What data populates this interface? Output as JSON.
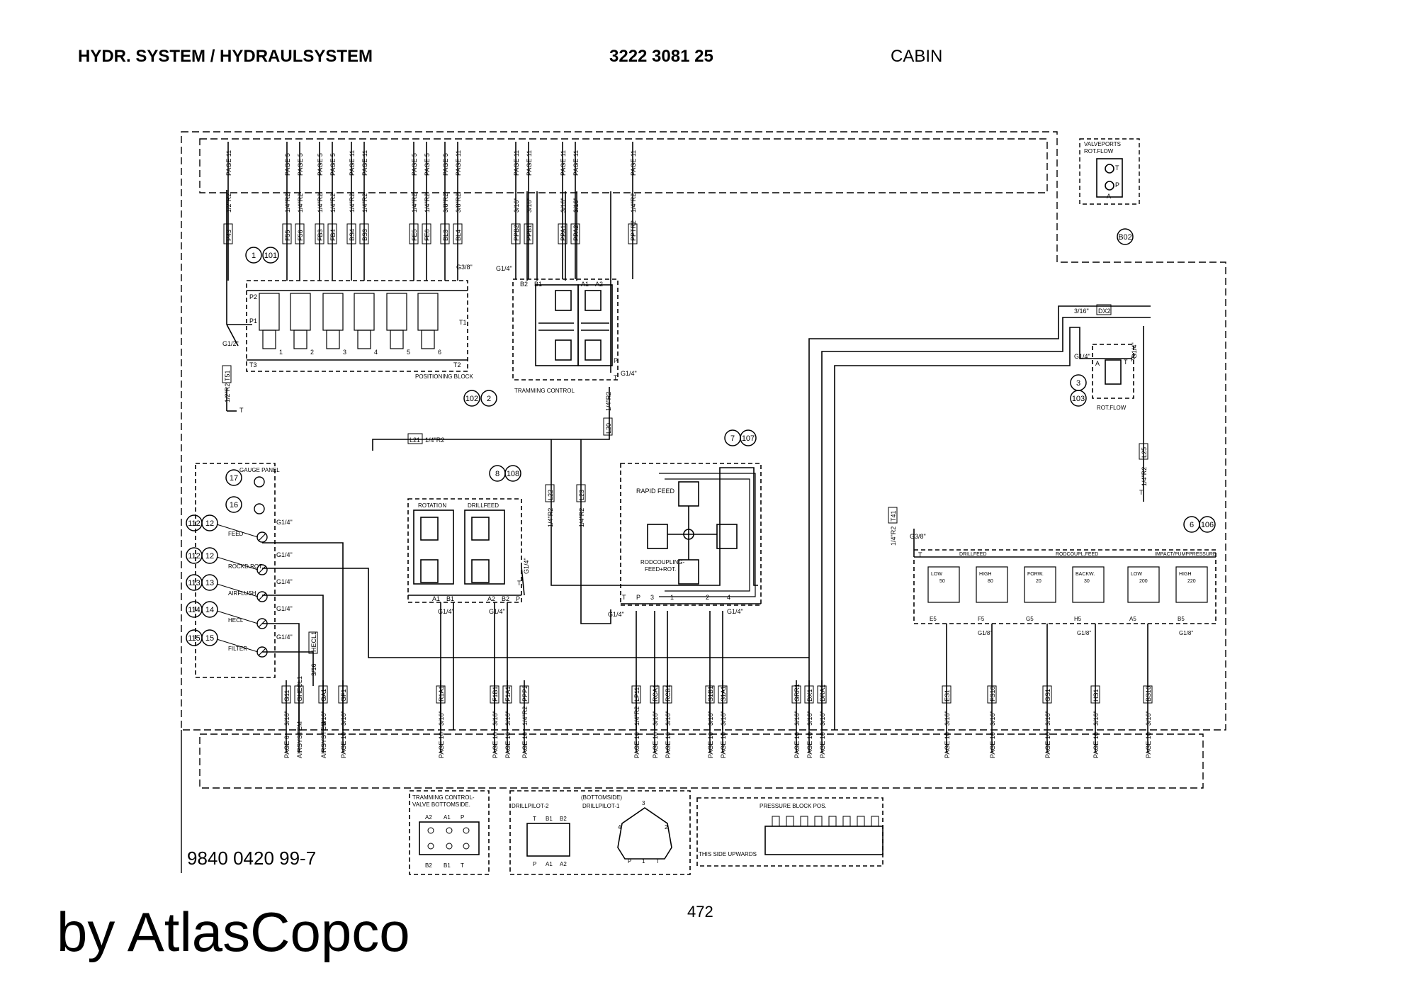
{
  "header": {
    "title": "HYDR. SYSTEM / HYDRAULSYSTEM",
    "number": "3222 3081 25",
    "section": "CABIN"
  },
  "footer": {
    "doc_number": "9840 0420 99-7",
    "page_number": "472",
    "brand": "by AtlasCopco"
  },
  "diagram": {
    "top_ports": [
      {
        "pipe": "1/2\"R2",
        "label": "P43",
        "page": "PAGE 11"
      },
      {
        "pipe": "1/4\"R2",
        "label": "F55",
        "page": "PAGE 5"
      },
      {
        "pipe": "1/4\"R2",
        "label": "F56",
        "page": "PAGE 5"
      },
      {
        "pipe": "1/4\"R2",
        "label": "FB3",
        "page": "PAGE 5"
      },
      {
        "pipe": "1/4\"R2",
        "label": "FB4",
        "page": "PAGE 5"
      },
      {
        "pipe": "1/4\"R2",
        "label": "BS4",
        "page": "PAGE 11"
      },
      {
        "pipe": "1/4\"R2",
        "label": "BS3",
        "page": "PAGE 11"
      },
      {
        "pipe": "1/4\"R2",
        "label": "FE5",
        "page": "PAGE 5"
      },
      {
        "pipe": "1/4\"R2",
        "label": "FE6",
        "page": "PAGE 5"
      },
      {
        "pipe": "3/8\"R2",
        "label": "BL3",
        "page": "PAGE 5"
      },
      {
        "pipe": "3/8\"R2",
        "label": "BL4",
        "page": "PAGE 11"
      },
      {
        "pipe": "3/16\"",
        "label": "PPB2",
        "page": "PAGE 11"
      },
      {
        "pipe": "3/16\"",
        "label": "PPB1",
        "page": "PAGE 11"
      },
      {
        "pipe": "3/16\"",
        "label": "PPA1",
        "page": "PAGE 11"
      },
      {
        "pipe": "3/16\"",
        "label": "PPA2",
        "page": "PAGE 11"
      },
      {
        "pipe": "1/4\"R2",
        "label": "PPTR2",
        "page": "PAGE 11"
      }
    ],
    "bottom_ports": [
      {
        "label": "G11",
        "pipe": "3/16\"",
        "page": "PAGE 6"
      },
      {
        "label": "GHECL1",
        "pipe": "",
        "page": "AIRSYSTEM"
      },
      {
        "label": "GA1",
        "pipe": "3/16\"",
        "page": "AIRSYSTEM"
      },
      {
        "label": "GF1",
        "pipe": "3/16\"",
        "page": "PAGE 10"
      },
      {
        "label": "R1A1",
        "pipe": "3/16\"",
        "page": "PAGE 10"
      },
      {
        "label": "F1B1",
        "pipe": "3/16\"",
        "page": "PAGE 10"
      },
      {
        "label": "F1A1",
        "pipe": "3/16\"",
        "page": "PAGE 10"
      },
      {
        "label": "PPP2",
        "pipe": "1/4\"R2",
        "page": "PAGE 10"
      },
      {
        "label": "LP11",
        "pipe": "1/4\"R2",
        "page": "PAGE 10"
      },
      {
        "label": "RCA1",
        "pipe": "3/16\"",
        "page": "PAGE 10"
      },
      {
        "label": "RCB1",
        "pipe": "3/16\"",
        "page": "PAGE 10"
      },
      {
        "label": "S1B1",
        "pipe": "3/16\"",
        "page": "PAGE 10"
      },
      {
        "label": "S1A1",
        "pipe": "3/16\"",
        "page": "PAGE 10"
      },
      {
        "label": "GRR1",
        "pipe": "3/16\"",
        "page": "PAGE 10"
      },
      {
        "label": "DX1",
        "pipe": "3/16\"",
        "page": "PAGE 10"
      },
      {
        "label": "DRA1",
        "pipe": "3/16\"",
        "page": "PAGE 10"
      },
      {
        "label": "ES1",
        "pipe": "3/16\"",
        "page": "PAGE 10"
      },
      {
        "label": "FS10",
        "pipe": "3/16\"",
        "page": "PAGE 10"
      },
      {
        "label": "GS1",
        "pipe": "3/16\"",
        "page": "PAGE 10"
      },
      {
        "label": "HS1",
        "pipe": "3/16\"",
        "page": "PAGE 10"
      },
      {
        "label": "BS10",
        "pipe": "3/16\"",
        "page": "PAGE 10"
      }
    ],
    "positioning_block": {
      "callouts": [
        "1",
        "101"
      ],
      "label": "POSITIONING BLOCK",
      "sections": [
        "1",
        "2",
        "3",
        "4",
        "5",
        "6"
      ],
      "ports_left": [
        "P2",
        "P1",
        "T3"
      ],
      "ports_right": [
        "T1",
        "T2"
      ],
      "port_size": "G3/8\"",
      "inlet_size": "G1/2\"",
      "t5": "T51",
      "t5_pipe": "1/2\"R2",
      "t_label": "T"
    },
    "tramming_control": {
      "callouts": [
        "102",
        "2"
      ],
      "label": "TRAMMING CONTROL",
      "ports": [
        "B2",
        "B1",
        "A1",
        "A2"
      ],
      "ports_lower": [
        "T",
        "P"
      ],
      "port_size": "G1/4\"",
      "l20": "L20",
      "l20_pipe": "1/4\"R2"
    },
    "l21": {
      "label": "L21",
      "pipe": "1/4\"R2"
    },
    "valveports": {
      "title": "VALVEPORTS",
      "subtitle": "ROT.FLOW",
      "t": "T",
      "p": "P",
      "a": "A"
    },
    "b02": "B02",
    "rot_flow": {
      "callouts": [
        "3",
        "103"
      ],
      "label": "ROT.FLOW",
      "dx2": "DX2",
      "pipe": "3/16\"",
      "port_size": "G1/4\"",
      "ports": [
        "A",
        "T",
        "P"
      ],
      "l25": "L25",
      "l25_pipe": "1/4\"R2",
      "t": "T"
    },
    "gauge_panel": {
      "title": "GAUGE PANEL",
      "items": [
        {
          "callouts": [
            "17"
          ],
          "label": "",
          "port": ""
        },
        {
          "callouts": [
            "16"
          ],
          "label": "",
          "port": ""
        },
        {
          "callouts": [
            "112",
            "12"
          ],
          "label": "FEED",
          "port": "G1/4\""
        },
        {
          "callouts": [
            "112",
            "12"
          ],
          "label": "ROCKD.ROT.",
          "port": "G1/4\""
        },
        {
          "callouts": [
            "113",
            "13"
          ],
          "label": "AIRFLUSH",
          "port": "G1/4\""
        },
        {
          "callouts": [
            "114",
            "14"
          ],
          "label": "HECL",
          "port": "G1/4\""
        },
        {
          "callouts": [
            "115",
            "15"
          ],
          "label": "FILTER",
          "port": "G1/4\""
        }
      ],
      "hecl1": "HECL1",
      "hecl1_pipe": "3/16"
    },
    "drill_valve": {
      "callouts": [
        "8",
        "108"
      ],
      "sections": [
        "ROTATION",
        "DRILLFEED"
      ],
      "ports": [
        "A1",
        "B1",
        "A2",
        "B2",
        "P"
      ],
      "port_size": "G1/4\"",
      "t": "T",
      "l22": "L22",
      "l22_pipe": "1/4\"R2",
      "l23": "L23",
      "l23_pipe": "1/4\"R2"
    },
    "rapid_feed": {
      "callouts": [
        "7",
        "107"
      ],
      "label1": "RAPID FEED",
      "label2": "RODCOUPLING-",
      "label3": "FEED+ROT.",
      "ports": [
        "T",
        "P",
        "3",
        "1",
        "2",
        "4"
      ],
      "port_size": "G1/4\""
    },
    "pressure_block": {
      "callouts": [
        "6",
        "106"
      ],
      "groups": [
        "DRILLFEED",
        "RODCOUPL.FEED",
        "IMPACT/PUMPPRESSURE"
      ],
      "valves": [
        {
          "lbl": "LOW",
          "val": "50"
        },
        {
          "lbl": "HIGH",
          "val": "80"
        },
        {
          "lbl": "FORW.",
          "val": "20"
        },
        {
          "lbl": "BACKW.",
          "val": "30"
        },
        {
          "lbl": "LOW",
          "val": "200"
        },
        {
          "lbl": "HIGH",
          "val": "220"
        }
      ],
      "ports": [
        "E5",
        "F5",
        "G5",
        "H5",
        "A5",
        "B5"
      ],
      "port_size": "G1/8\"",
      "t": "T",
      "t41": "T41",
      "t41_pipe": "1/4\"R2",
      "inlet": "G3/8\""
    },
    "inset_tramming": {
      "title1": "TRAMMING CONTROL-",
      "title2": "VALVE BOTTOMSIDE.",
      "top": [
        "A2",
        "A1",
        "P"
      ],
      "bottom": [
        "B2",
        "B1",
        "T"
      ]
    },
    "inset_drillpilot": {
      "title": "(BOTTOMSIDE)",
      "left": "DRILLPILOT-2",
      "right": "DRILLPILOT-1",
      "ports_top": [
        "T",
        "B1",
        "B2"
      ],
      "ports_bottom": [
        "P",
        "A1",
        "A2"
      ],
      "pins": [
        "3",
        "4",
        "2",
        "P",
        "1",
        "T"
      ]
    },
    "inset_pressure": {
      "title": "PRESSURE BLOCK POS.",
      "note": "THIS SIDE UPWARDS"
    }
  }
}
